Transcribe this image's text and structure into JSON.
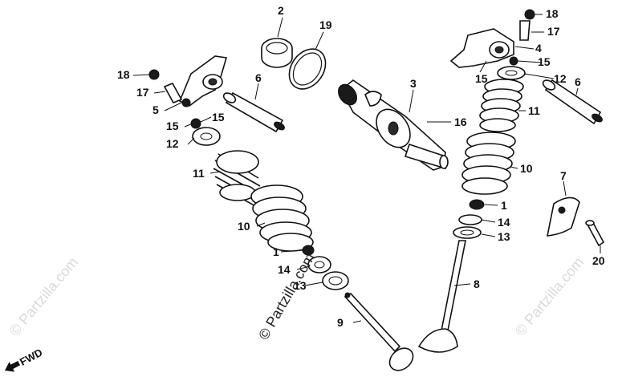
{
  "callouts": [
    {
      "id": "c1",
      "text": "1"
    },
    {
      "id": "c2",
      "text": "1"
    },
    {
      "id": "c3",
      "text": "2"
    },
    {
      "id": "c4",
      "text": "3"
    },
    {
      "id": "c5",
      "text": "4"
    },
    {
      "id": "c6",
      "text": "5"
    },
    {
      "id": "c7",
      "text": "6"
    },
    {
      "id": "c8",
      "text": "6"
    },
    {
      "id": "c9",
      "text": "7"
    },
    {
      "id": "c10",
      "text": "8"
    },
    {
      "id": "c11",
      "text": "9"
    },
    {
      "id": "c12",
      "text": "10"
    },
    {
      "id": "c13",
      "text": "10"
    },
    {
      "id": "c14",
      "text": "11"
    },
    {
      "id": "c15",
      "text": "11"
    },
    {
      "id": "c16",
      "text": "12"
    },
    {
      "id": "c17",
      "text": "12"
    },
    {
      "id": "c18",
      "text": "13"
    },
    {
      "id": "c19",
      "text": "13"
    },
    {
      "id": "c20",
      "text": "14"
    },
    {
      "id": "c21",
      "text": "14"
    },
    {
      "id": "c22",
      "text": "15"
    },
    {
      "id": "c23",
      "text": "15"
    },
    {
      "id": "c24",
      "text": "15"
    },
    {
      "id": "c25",
      "text": "15"
    },
    {
      "id": "c26",
      "text": "16"
    },
    {
      "id": "c27",
      "text": "17"
    },
    {
      "id": "c28",
      "text": "17"
    },
    {
      "id": "c29",
      "text": "18"
    },
    {
      "id": "c30",
      "text": "18"
    },
    {
      "id": "c31",
      "text": "19"
    },
    {
      "id": "c32",
      "text": "20"
    }
  ],
  "direction_label": "FWD",
  "watermark": {
    "center": "© Partzilla.com",
    "faint": "© Partzilla.com"
  }
}
